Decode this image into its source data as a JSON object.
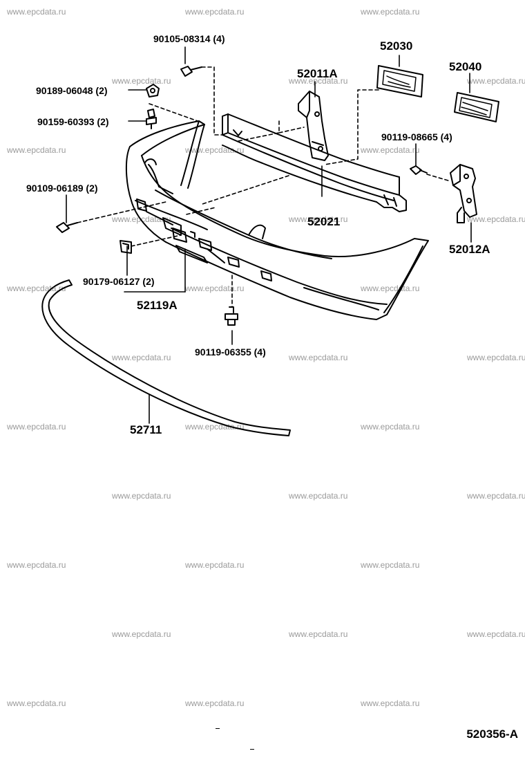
{
  "diagram": {
    "reference_code": "520356-A",
    "watermark_text": "www.epcdata.ru",
    "part_labels": {
      "p90105": "90105-08314 (4)",
      "p90189": "90189-06048 (2)",
      "p90159": "90159-60393 (2)",
      "p90109": "90109-06189 (2)",
      "p90179": "90179-06127 (2)",
      "p52119A": "52119A",
      "p90119b": "90119-06355 (4)",
      "p52711": "52711",
      "p52011A": "52011A",
      "p52021": "52021",
      "p52030": "52030",
      "p52040": "52040",
      "p90119a": "90119-08665 (4)",
      "p52012A": "52012A"
    }
  }
}
